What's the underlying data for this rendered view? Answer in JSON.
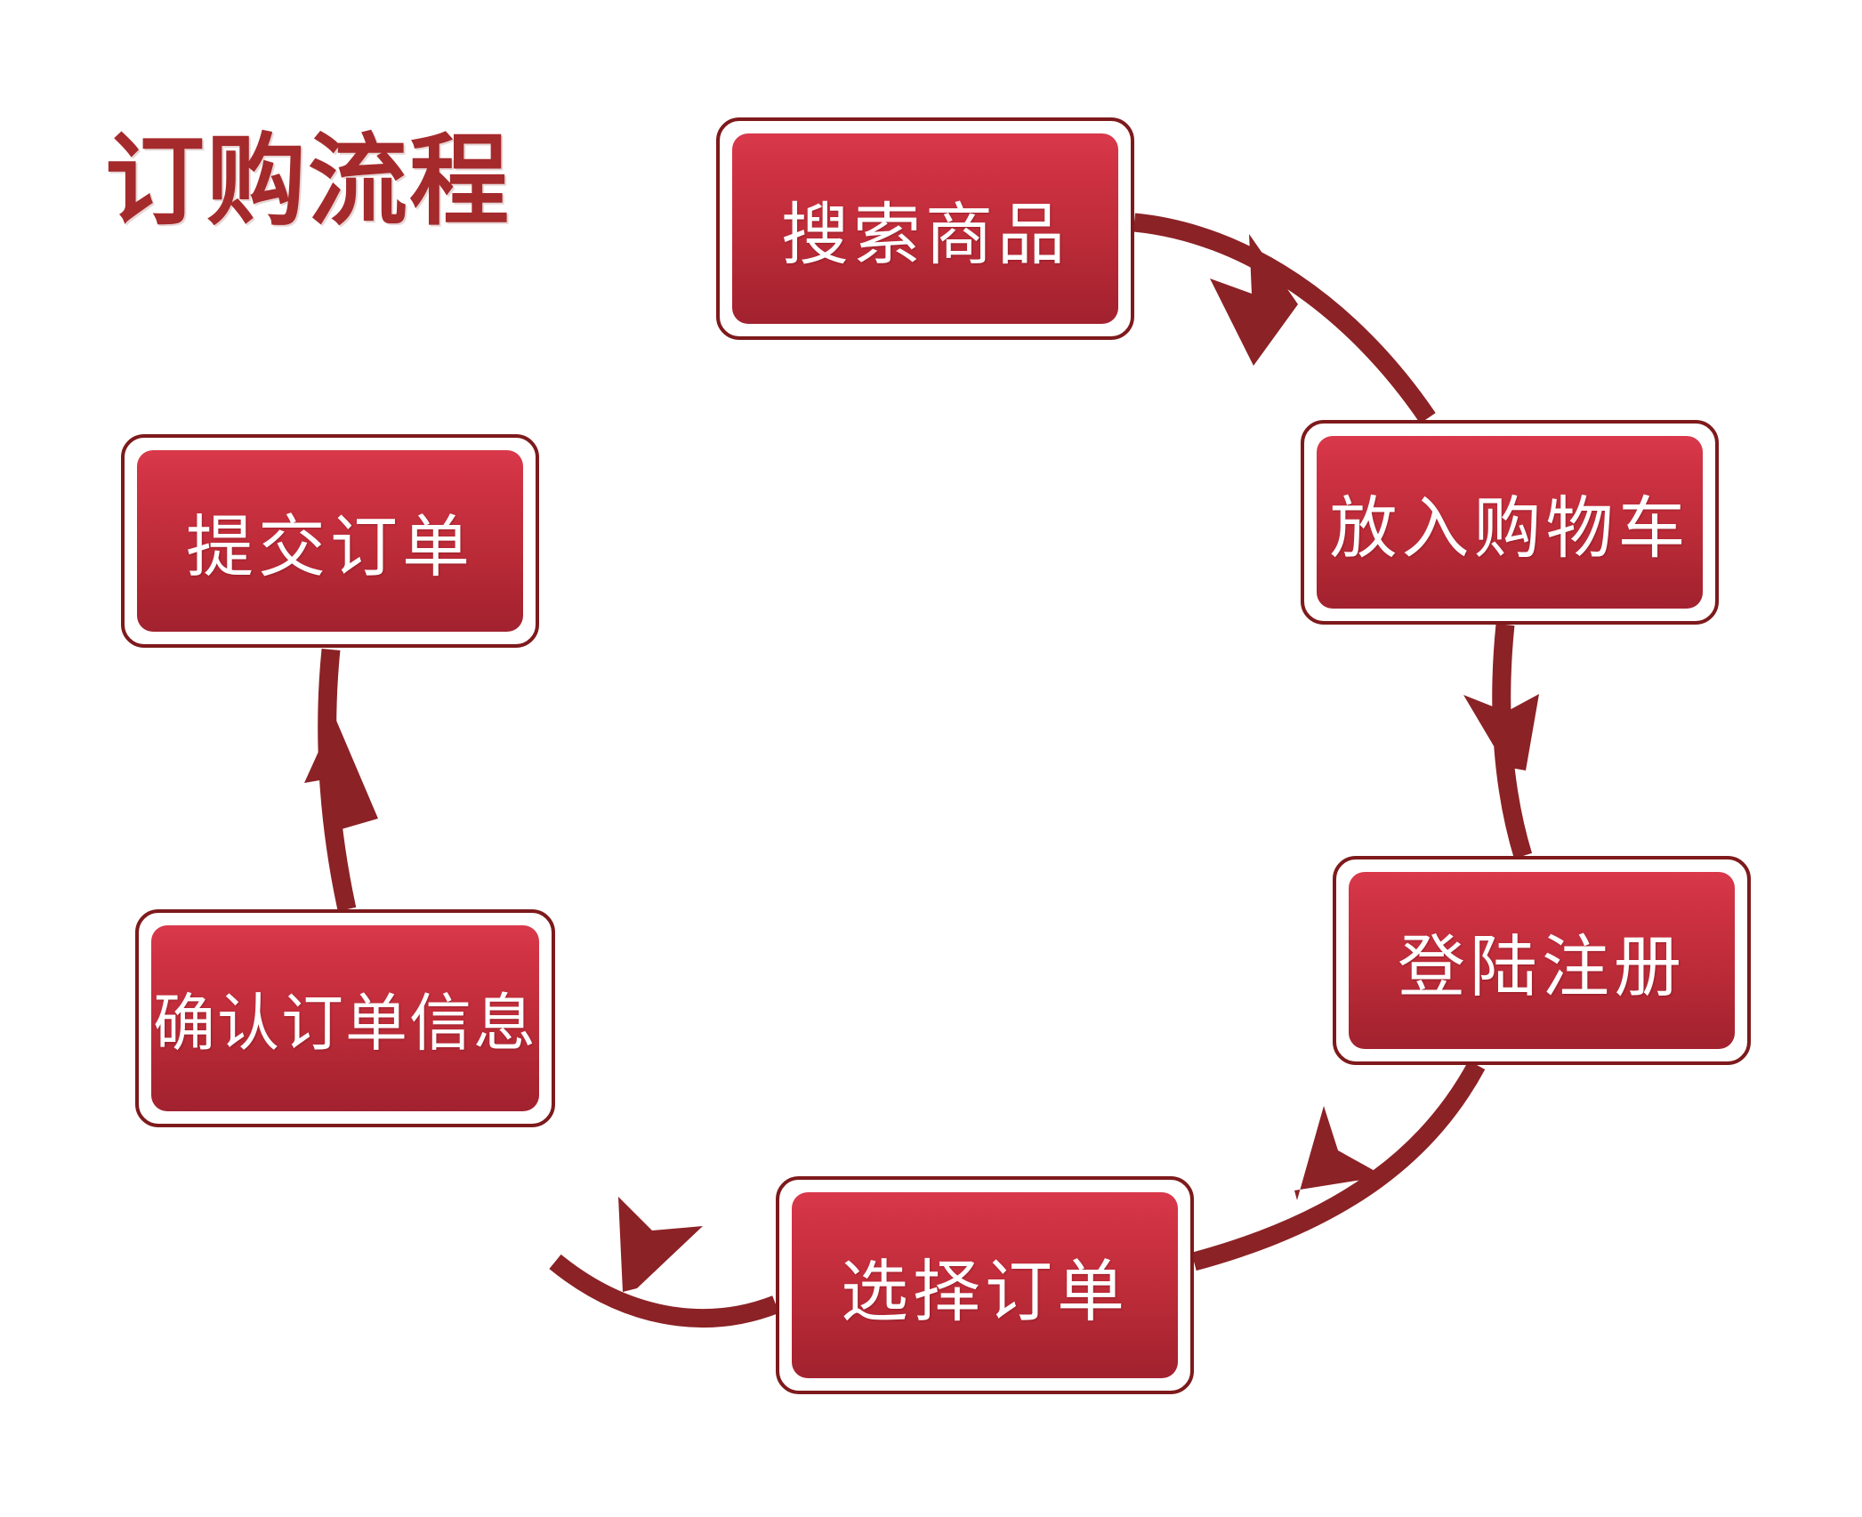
{
  "page": {
    "title": "订购流程",
    "background_color": "#FFFFFF"
  },
  "theme": {
    "title_color": "#A52A2C",
    "node_border_color": "#7E1A1C",
    "node_gradient_top": "#D9394B",
    "node_gradient_bottom": "#A22230",
    "node_label_color": "#FFFFFF",
    "arrow_color": "#8B2226"
  },
  "chart_data": {
    "type": "diagram",
    "title": "订购流程",
    "layout": "circular-clockwise",
    "nodes": [
      {
        "id": "search",
        "label": "搜索商品",
        "order": 1,
        "position": "top"
      },
      {
        "id": "cart",
        "label": "放入购物车",
        "order": 2,
        "position": "upper-right"
      },
      {
        "id": "login",
        "label": "登陆注册",
        "order": 3,
        "position": "lower-right"
      },
      {
        "id": "select_order",
        "label": "选择订单",
        "order": 4,
        "position": "bottom"
      },
      {
        "id": "confirm",
        "label": "确认订单信息",
        "order": 5,
        "position": "lower-left"
      },
      {
        "id": "submit",
        "label": "提交订单",
        "order": 6,
        "position": "upper-left"
      }
    ],
    "edges": [
      {
        "from": "search",
        "to": "cart",
        "style": "curved-arrow"
      },
      {
        "from": "cart",
        "to": "login",
        "style": "curved-arrow"
      },
      {
        "from": "login",
        "to": "select_order",
        "style": "curved-arrow"
      },
      {
        "from": "select_order",
        "to": "confirm",
        "style": "curved-arrow"
      },
      {
        "from": "confirm",
        "to": "submit",
        "style": "curved-arrow"
      }
    ]
  },
  "nodes": {
    "search": {
      "label": "搜索商品"
    },
    "cart": {
      "label": "放入购物车"
    },
    "login": {
      "label": "登陆注册"
    },
    "select_order": {
      "label": "选择订单"
    },
    "confirm": {
      "label": "确认订单信息"
    },
    "submit": {
      "label": "提交订单"
    }
  }
}
